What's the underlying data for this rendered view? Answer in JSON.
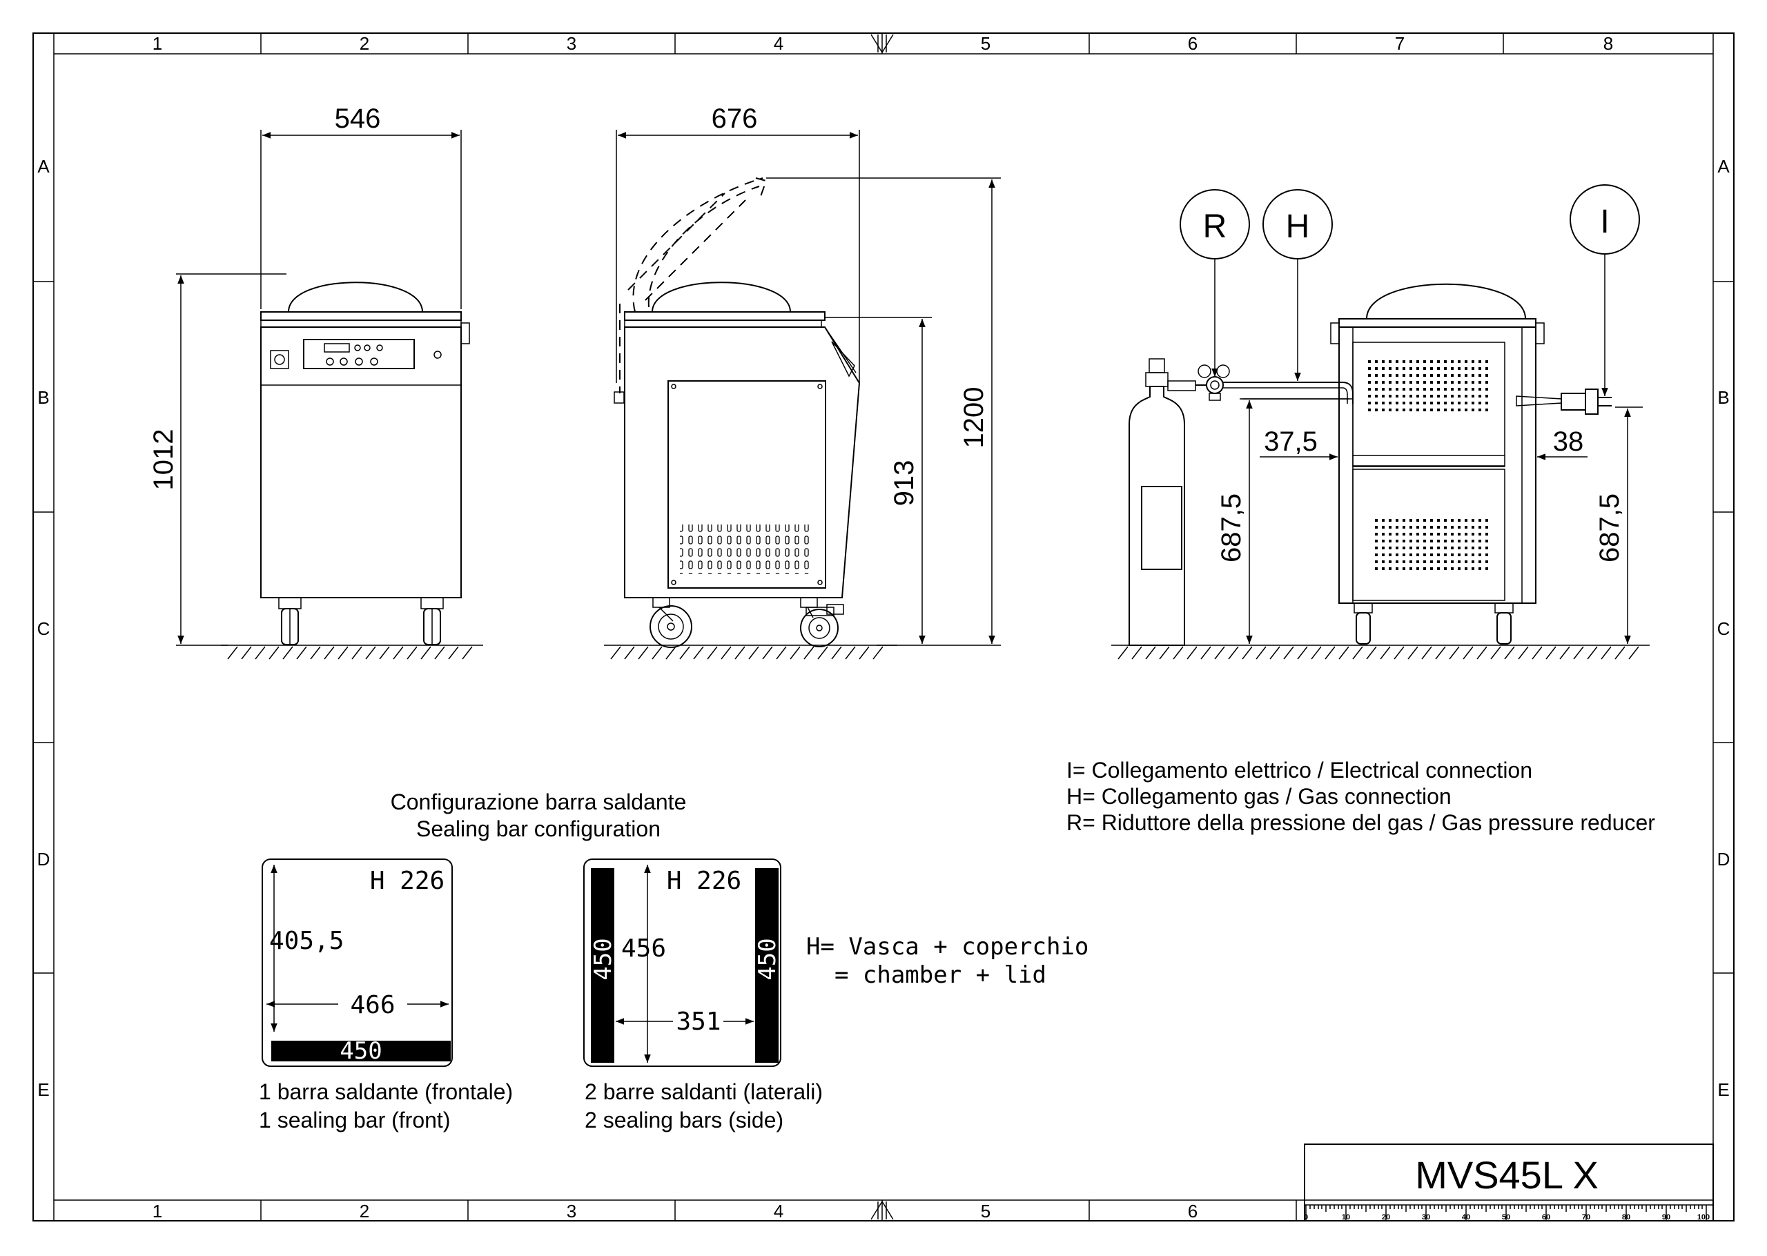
{
  "frame": {
    "columns": [
      "1",
      "2",
      "3",
      "4",
      "5",
      "6",
      "7",
      "8"
    ],
    "rows": [
      "A",
      "B",
      "C",
      "D",
      "E"
    ]
  },
  "front_view": {
    "width": "546",
    "height": "1012"
  },
  "side_view": {
    "depth": "676",
    "height_open": "1200",
    "height_worktop": "913"
  },
  "rear_view": {
    "callout_r": "R",
    "callout_h": "H",
    "callout_i": "I",
    "offset_left": "37,5",
    "offset_right": "38",
    "connection_height_left": "687,5",
    "connection_height_right": "687,5"
  },
  "legend": [
    "I= Collegamento elettrico / Electrical connection",
    "H= Collegamento gas / Gas connection",
    "R= Riduttore della pressione del gas / Gas pressure reducer"
  ],
  "sealing": {
    "title_it": "Configurazione barra saldante",
    "title_en": "Sealing bar  configuration",
    "front": {
      "h_label": "H 226",
      "depth": "405,5",
      "width": "466",
      "bar": "450",
      "caption_it": "1 barra saldante (frontale)",
      "caption_en": "1 sealing bar (front)"
    },
    "side": {
      "h_label": "H 226",
      "depth": "456",
      "width": "351",
      "bar_left": "450",
      "bar_right": "450",
      "caption_it": "2 barre saldanti (laterali)",
      "caption_en": "2 sealing bars (side)"
    },
    "h_note_line1": "H= Vasca + coperchio",
    "h_note_line2": "  = chamber + lid"
  },
  "title_block": {
    "model": "MVS45L X",
    "scale_labels": [
      "0",
      "10",
      "20",
      "30",
      "40",
      "50",
      "60",
      "70",
      "80",
      "90",
      "100"
    ]
  }
}
